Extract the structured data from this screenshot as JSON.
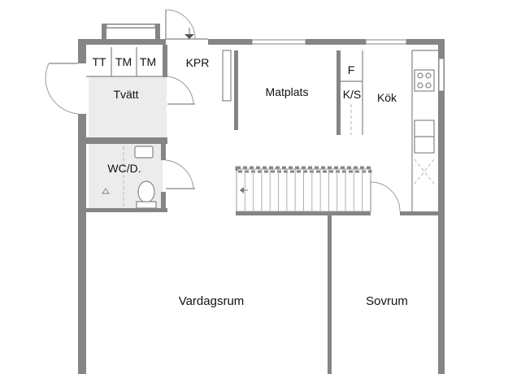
{
  "rooms": {
    "tt": "TT",
    "tm1": "TM",
    "tm2": "TM",
    "kpr": "KPR",
    "tvatt": "Tvätt",
    "matplats": "Matplats",
    "f": "F",
    "ks": "K/S",
    "kok": "Kök",
    "wc": "WC/D.",
    "vardagsrum": "Vardagsrum",
    "sovrum": "Sovrum"
  },
  "colors": {
    "wall": "#858585",
    "wet_room_floor": "#ececec",
    "background": "#ffffff"
  },
  "icons": [
    "entrance-arrow-icon",
    "door-swing-icon",
    "staircase-icon",
    "toilet-icon",
    "sink-icon",
    "stove-icon",
    "shower-drain-icon"
  ]
}
